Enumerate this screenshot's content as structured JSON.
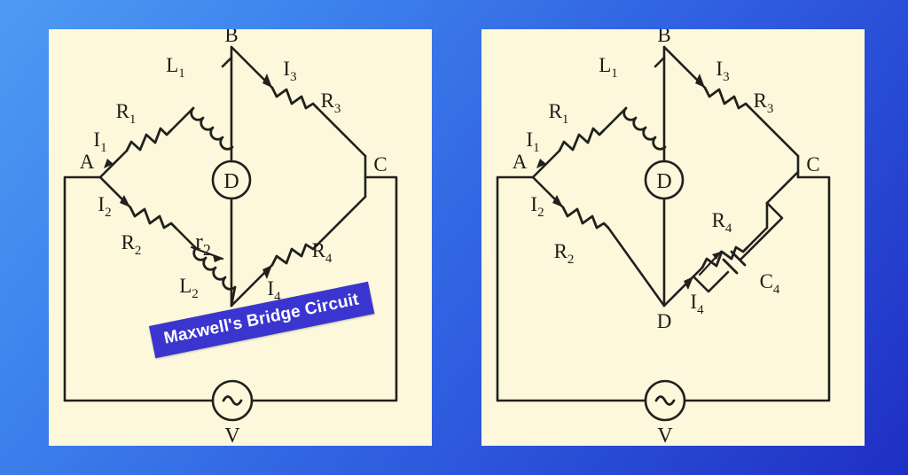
{
  "title": "Maxwell's Bridge Circuit",
  "background": {
    "gradient_from": "#4f9bf2",
    "gradient_to": "#1f2fc4"
  },
  "panel": {
    "fill": "#fdf8dc"
  },
  "banner": {
    "text": "Maxwell's Bridge Circuit",
    "bg_color": "#3b35cf",
    "text_color": "#ffffff"
  },
  "diagrams": [
    {
      "id": "maxwell-inductance-bridge",
      "position": "left",
      "nodes": {
        "a": "A",
        "b": "B",
        "c": "C",
        "d": "D"
      },
      "detector_label": "D",
      "source_label": "V",
      "source_symbol": "~",
      "branch_ab": {
        "current": "I",
        "current_sub": "1",
        "resistor": "R",
        "resistor_sub": "1",
        "inductor": "L",
        "inductor_sub": "1"
      },
      "branch_bc": {
        "current": "I",
        "current_sub": "3",
        "resistor": "R",
        "resistor_sub": "3"
      },
      "branch_ad": {
        "current": "I",
        "current_sub": "2",
        "resistor": "R",
        "resistor_sub": "2",
        "inductor": "L",
        "inductor_sub": "2",
        "coil_resistance": "r",
        "coil_resistance_sub": "2"
      },
      "branch_dc": {
        "current": "I",
        "current_sub": "4",
        "resistor": "R",
        "resistor_sub": "4"
      }
    },
    {
      "id": "maxwell-wien-bridge",
      "position": "right",
      "nodes": {
        "a": "A",
        "b": "B",
        "c": "C",
        "d": "D"
      },
      "detector_label": "D",
      "source_label": "V",
      "source_symbol": "~",
      "branch_ab": {
        "current": "I",
        "current_sub": "1",
        "resistor": "R",
        "resistor_sub": "1",
        "inductor": "L",
        "inductor_sub": "1"
      },
      "branch_bc": {
        "current": "I",
        "current_sub": "3",
        "resistor": "R",
        "resistor_sub": "3"
      },
      "branch_ad": {
        "current": "I",
        "current_sub": "2",
        "resistor": "R",
        "resistor_sub": "2"
      },
      "branch_dc": {
        "current": "I",
        "current_sub": "4",
        "resistor": "R",
        "resistor_sub": "4",
        "capacitor": "C",
        "capacitor_sub": "4"
      }
    }
  ]
}
